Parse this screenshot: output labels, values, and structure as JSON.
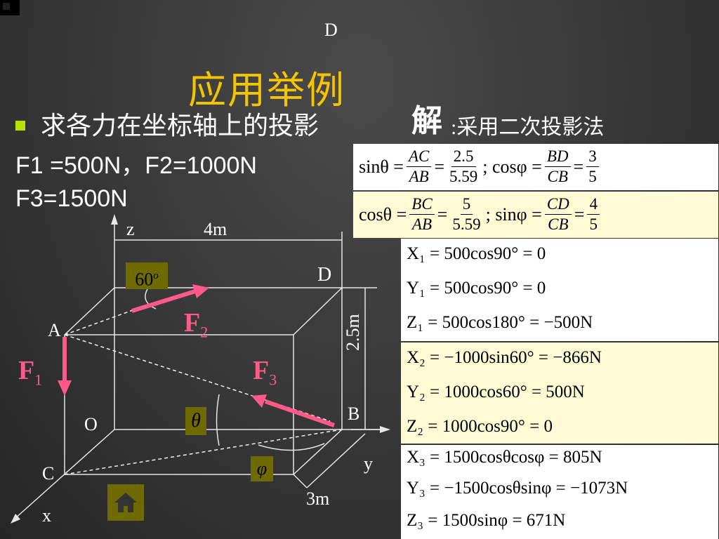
{
  "slide": {
    "top_label": "D",
    "title": "应用举例",
    "bullet_text": "求各力在坐标轴上的投影",
    "solution_bold": "解",
    "solution_text": ":采用二次投影法",
    "given_line1": "F1 =500N，F2=1000N",
    "given_line2": "F3=1500N"
  },
  "diagram": {
    "z": "z",
    "x": "x",
    "y": "y",
    "dim_4m": "4m",
    "dim_25m": "2.5m",
    "dim_3m": "3m",
    "A": "A",
    "B": "B",
    "C": "C",
    "D": "D",
    "O": "O",
    "angle60": "60",
    "angle60_sup": "o",
    "theta": "θ",
    "phi": "φ",
    "F1": "F",
    "F1_sub": "1",
    "F2": "F",
    "F2_sub": "2",
    "F3": "F",
    "F3_sub": "3"
  },
  "trig": {
    "row1": {
      "sin_theta": "sinθ =",
      "ac": "AC",
      "ab": "AB",
      "v1n": "2.5",
      "v1d": "5.59",
      "cos_phi": "; cosφ =",
      "bd": "BD",
      "cb": "CB",
      "v2n": "3",
      "v2d": "5"
    },
    "row2": {
      "cos_theta": "cosθ =",
      "bc": "BC",
      "ab": "AB",
      "v1n": "5",
      "v1d": "5.59",
      "sin_phi": "; sinφ =",
      "cd": "CD",
      "cb": "CB",
      "v2n": "4",
      "v2d": "5"
    }
  },
  "equations": {
    "X1": "X₁ = 500cos90° = 0",
    "Y1": "Y₁ = 500cos90° = 0",
    "Z1": "Z₁ = 500cos180° = −500N",
    "X2": "X₂ = −1000sin60° = −866N",
    "Y2": "Y₂ = 1000cos60° = 500N",
    "Z2": "Z₂ = 1000cos90° = 0",
    "X3": "X₃ = 1500cosθcosφ = 805N",
    "Y3": "Y₃ = −1500cosθsinφ = −1073N",
    "Z3": "Z₃ = 1500sinφ = 671N"
  },
  "icons": {
    "home": "home-icon"
  },
  "colors": {
    "title": "#f5c400",
    "force": "#ff5a8a",
    "bullet": "#b8e000",
    "olive": "#6f6a00"
  }
}
